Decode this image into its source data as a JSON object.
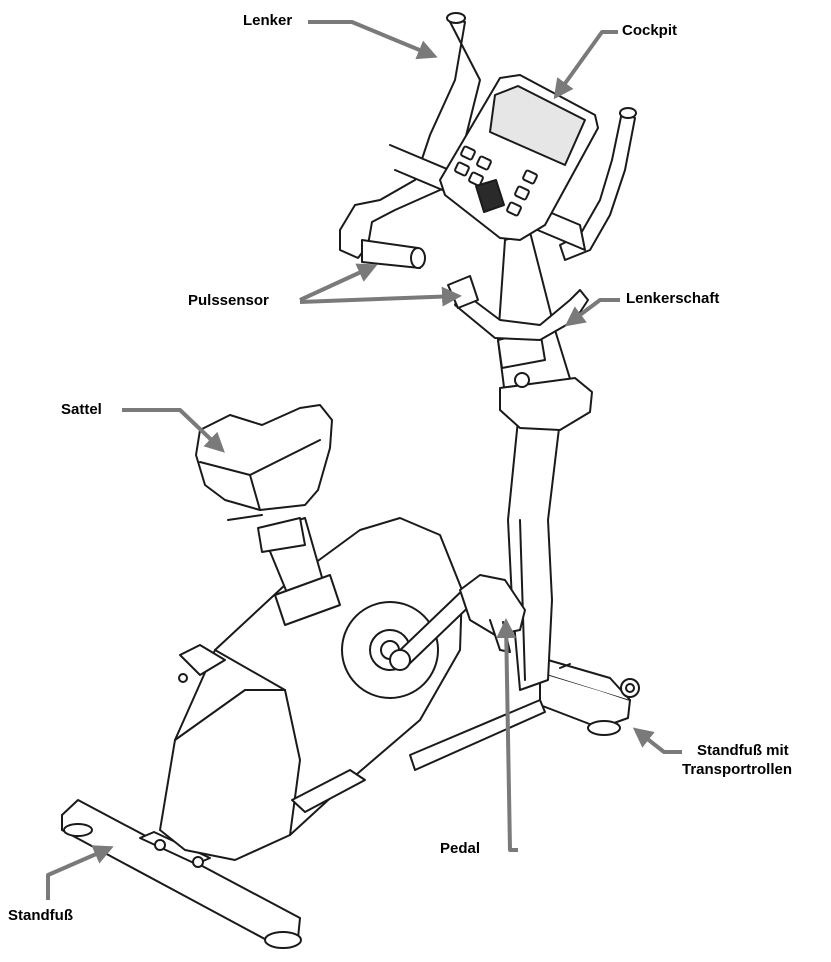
{
  "labels": {
    "lenker": "Lenker",
    "cockpit": "Cockpit",
    "pulssensor": "Pulssensor",
    "lenkerschaft": "Lenkerschaft",
    "sattel": "Sattel",
    "standfuss_rollen_line1": "Standfuß mit",
    "standfuss_rollen_line2": "Transportrollen",
    "pedal": "Pedal",
    "standfuss": "Standfuß"
  },
  "colors": {
    "line": "#1a1a1a",
    "arrow": "#7a7a7a",
    "fill": "#ffffff",
    "screen": "#e6e6e6",
    "dark": "#2a2a2a"
  }
}
